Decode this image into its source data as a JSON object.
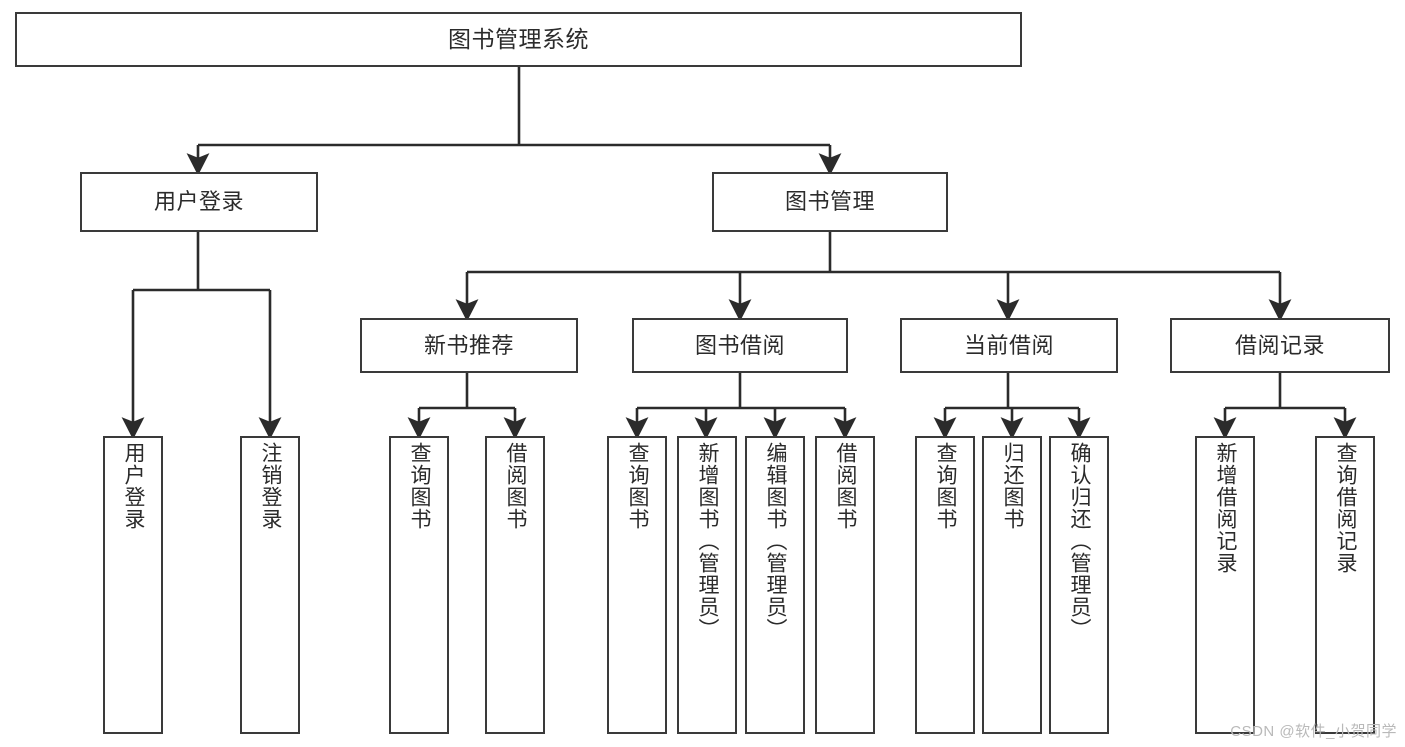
{
  "diagram": {
    "title": "图书管理系统",
    "type": "hierarchy-tree",
    "watermark": "CSDN @软件_小贺同学",
    "colors": {
      "background": "#ffffff",
      "node_border": "#3a3a3a",
      "node_fill": "#ffffff",
      "text": "#2b2b2b",
      "edge": "#2b2b2b",
      "watermark": "#b9b9b9"
    },
    "root": {
      "id": "root",
      "label": "图书管理系统"
    },
    "level1": [
      {
        "id": "user-login",
        "label": "用户登录"
      },
      {
        "id": "book-management",
        "label": "图书管理"
      }
    ],
    "level2": [
      {
        "id": "new-book-recommend",
        "label": "新书推荐",
        "parent": "book-management"
      },
      {
        "id": "book-borrow",
        "label": "图书借阅",
        "parent": "book-management"
      },
      {
        "id": "current-borrow",
        "label": "当前借阅",
        "parent": "book-management"
      },
      {
        "id": "borrow-record",
        "label": "借阅记录",
        "parent": "book-management"
      }
    ],
    "leaves": {
      "user_login": [
        {
          "id": "leaf-user-login",
          "label": "用户登录"
        },
        {
          "id": "leaf-logout-login",
          "label": "注销登录"
        }
      ],
      "new_book_recommend": [
        {
          "id": "leaf-query-book-1",
          "label": "查询图书"
        },
        {
          "id": "leaf-borrow-book-1",
          "label": "借阅图书"
        }
      ],
      "book_borrow": [
        {
          "id": "leaf-query-book-2",
          "label": "查询图书"
        },
        {
          "id": "leaf-add-book",
          "label": "新增图书（管理员）"
        },
        {
          "id": "leaf-edit-book",
          "label": "编辑图书（管理员）"
        },
        {
          "id": "leaf-borrow-book-2",
          "label": "借阅图书"
        }
      ],
      "current_borrow": [
        {
          "id": "leaf-query-book-3",
          "label": "查询图书"
        },
        {
          "id": "leaf-return-book",
          "label": "归还图书"
        },
        {
          "id": "leaf-confirm-return",
          "label": "确认归还（管理员）"
        }
      ],
      "borrow_record": [
        {
          "id": "leaf-add-record",
          "label": "新增借阅记录"
        },
        {
          "id": "leaf-query-record",
          "label": "查询借阅记录"
        }
      ]
    }
  }
}
